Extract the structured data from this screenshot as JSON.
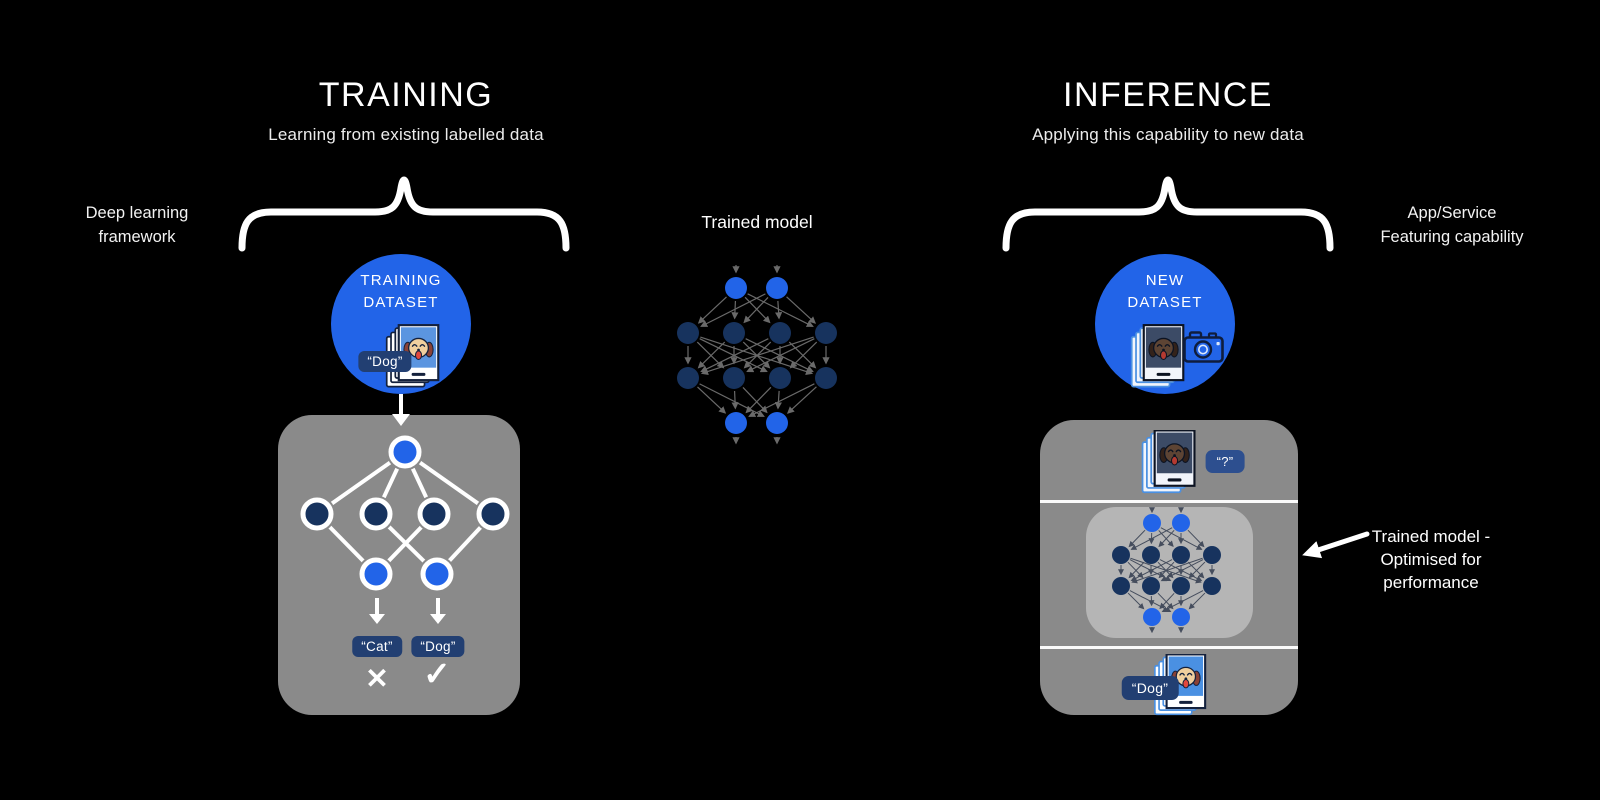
{
  "training": {
    "title": "TRAINING",
    "subtitle": "Learning from existing labelled data",
    "framework_label_line1": "Deep learning",
    "framework_label_line2": "framework",
    "circle_line1": "TRAINING",
    "circle_line2": "DATASET",
    "input_tag": "“Dog”",
    "output_left": "“Cat”",
    "output_right": "“Dog”",
    "wrong_mark": "✕",
    "correct_mark": "✓"
  },
  "middle": {
    "trained_model_label": "Trained model"
  },
  "inference": {
    "title": "INFERENCE",
    "subtitle": "Applying this capability to new data",
    "app_label_line1": "App/Service",
    "app_label_line2": "Featuring capability",
    "circle_line1": "NEW",
    "circle_line2": "DATASET",
    "query_tag": "“?”",
    "result_tag": "“Dog”",
    "annotation_line1": "Trained model -",
    "annotation_line2": "Optimised for",
    "annotation_line3": "performance"
  },
  "colors": {
    "background": "#000000",
    "accent_blue": "#2264e8",
    "node_navy": "#17335e",
    "badge_navy": "#223f72",
    "query_badge_navy": "#2d4f8f",
    "framework_box_gray": "#8a8a8a",
    "model_box_gray": "#b5b5b5"
  }
}
